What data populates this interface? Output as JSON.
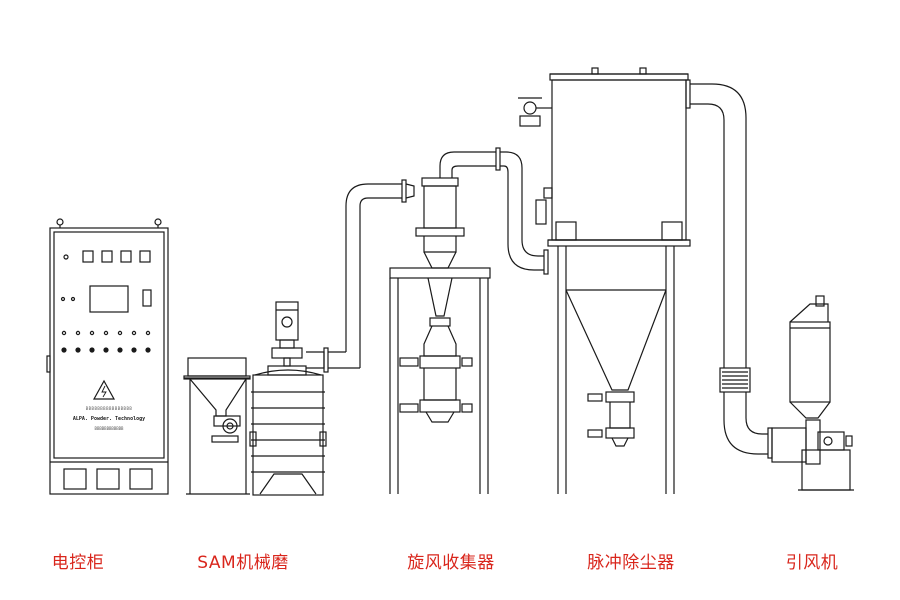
{
  "equipment": [
    {
      "id": "control-cabinet",
      "label": "电控柜"
    },
    {
      "id": "sam-mill",
      "label": "SAM机械磨"
    },
    {
      "id": "cyclone-collector",
      "label": "旋风收集器"
    },
    {
      "id": "pulse-dust-collector",
      "label": "脉冲除尘器"
    },
    {
      "id": "induced-draft-fan",
      "label": "引风机"
    }
  ],
  "cabinet_plate": {
    "line1": "BBBBBBBBBBBBBBBB",
    "line2": "ALPA. Powder. Technology",
    "line3": "BBBBBBBBBBBB"
  },
  "colors": {
    "line": "#1a1a1a",
    "label": "#d9261c",
    "background": "#ffffff"
  }
}
